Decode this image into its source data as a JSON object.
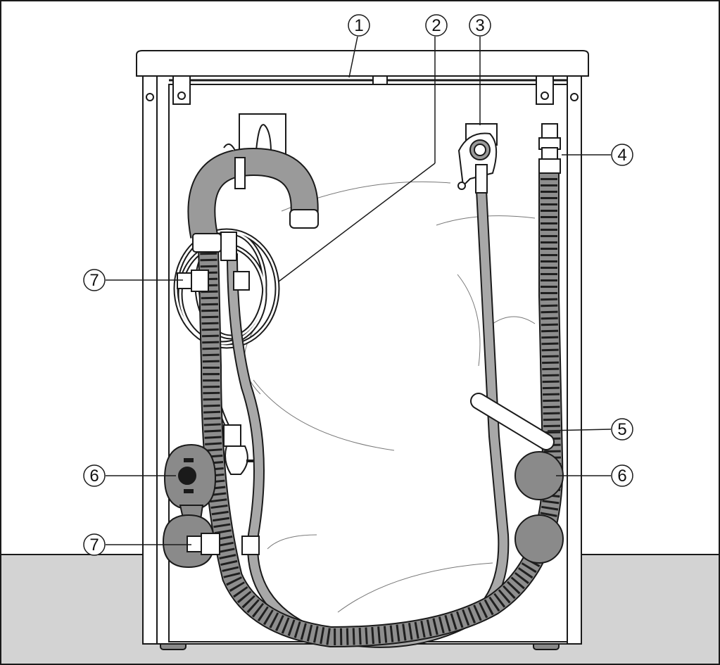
{
  "callouts": [
    {
      "id": "1",
      "label": "1"
    },
    {
      "id": "2",
      "label": "2"
    },
    {
      "id": "3",
      "label": "3"
    },
    {
      "id": "4",
      "label": "4"
    },
    {
      "id": "5",
      "label": "5"
    },
    {
      "id": "6a",
      "label": "6"
    },
    {
      "id": "6b",
      "label": "6"
    },
    {
      "id": "7a",
      "label": "7"
    },
    {
      "id": "7b",
      "label": "7"
    }
  ],
  "colors": {
    "outline": "#1a1a1a",
    "floor": "#d3d3d3",
    "hose_fill": "#8e8e8e",
    "hose_rib": "#2b2b2b",
    "inlet_hose": "#a8a8a8",
    "foot": "#8a8a8a",
    "cable": "#b5b5b5"
  }
}
